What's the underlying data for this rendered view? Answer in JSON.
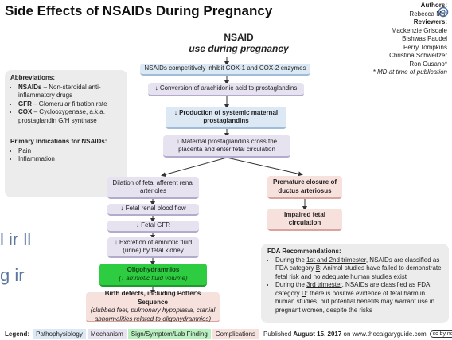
{
  "header": {
    "title": "Side Effects of NSAIDs During Pregnancy"
  },
  "authors": {
    "authors_label": "Authors:",
    "author_1": "Rebecca Mar",
    "reviewers_label": "Reviewers:",
    "reviewer_1": "Mackenzie Grisdale",
    "reviewer_2": "Bishwas Paudel",
    "reviewer_3": "Perry Tompkins",
    "reviewer_4": "Christina Schweitzer",
    "reviewer_5": "Ron Cusano*",
    "note": "* MD at time of publication"
  },
  "abbreviations": {
    "heading": "Abbreviations:",
    "items": [
      {
        "term": "NSAIDs",
        "def": " – Non-steroidal anti-inflammatory drugs"
      },
      {
        "term": "GFR",
        "def": " – Glomerular filtration rate"
      },
      {
        "term": "COX",
        "def": " – Cyclooxygenase, a.k.a. prostaglandin G/H synthase"
      }
    ]
  },
  "indications": {
    "heading": "Primary Indications for NSAIDs:",
    "items": [
      "Pain",
      "Inflammation"
    ]
  },
  "diagram": {
    "nsaid_title": "NSAID",
    "nsaid_subtitle": "use during pregnancy",
    "step_inhibit": "NSAIDs competitively inhibit COX-1 and COX-2 enzymes",
    "step_conversion": "↓ Conversion of arachidonic acid to prostaglandins",
    "step_production": "↓ Production of systemic maternal prostaglandins",
    "step_cross": "↓ Maternal prostaglandins cross the placenta and enter fetal circulation",
    "left_dilation": "Dilation of fetal afferent renal arterioles",
    "left_blood_flow": "↓ Fetal renal blood flow",
    "left_gfr": "↓ Fetal GFR",
    "left_excretion": "↓ Excretion of amniotic fluid (urine) by fetal kidney",
    "left_oligo_title": "Oligohydramnios",
    "left_oligo_sub": "(↓ amniotic fluid volume)",
    "left_birth_title": "Birth defects, including Potter's Sequence",
    "left_birth_sub": "(clubbed feet, pulmonary hypoplasia, cranial abnormalities related to oligohydramnios)",
    "right_premature": "Premature closure of ductus arteriosus",
    "right_impaired": "Impaired fetal circulation"
  },
  "fda": {
    "heading": "FDA Recommendations:",
    "item1_pre": "During the ",
    "item1_tri": "1st and 2nd trimester",
    "item1_mid": ", NSAIDs are classified as FDA category ",
    "item1_cat": "B",
    "item1_post": ": Animal studies have failed to demonstrate fetal risk and no adequate human studies exist",
    "item2_pre": "During the ",
    "item2_tri": "3rd trimester",
    "item2_mid": ", NSAIDs are classified as FDA category ",
    "item2_cat": "D",
    "item2_post": ": there is positive evidence of fetal harm in human studies, but potential benefits may warrant use in pregnant women, despite the risks"
  },
  "background_text": {
    "line1": "l ir ll",
    "line2": "g ir"
  },
  "legend": {
    "label": "Legend:",
    "pathophysiology": "Pathophysiology",
    "mechanism": "Mechanism",
    "sign": "Sign/Symptom/Lab Finding",
    "complications": "Complications",
    "published_pre": "Published ",
    "published_date": "August 15, 2017",
    "published_post": " on www.thecalgaryguide.com",
    "license": "cc by nc nd"
  },
  "colors": {
    "pathophysiology": "#dce9f5",
    "mechanism": "#e6e2f0",
    "sign": "#2ecc40",
    "complications": "#f7e1dd"
  }
}
